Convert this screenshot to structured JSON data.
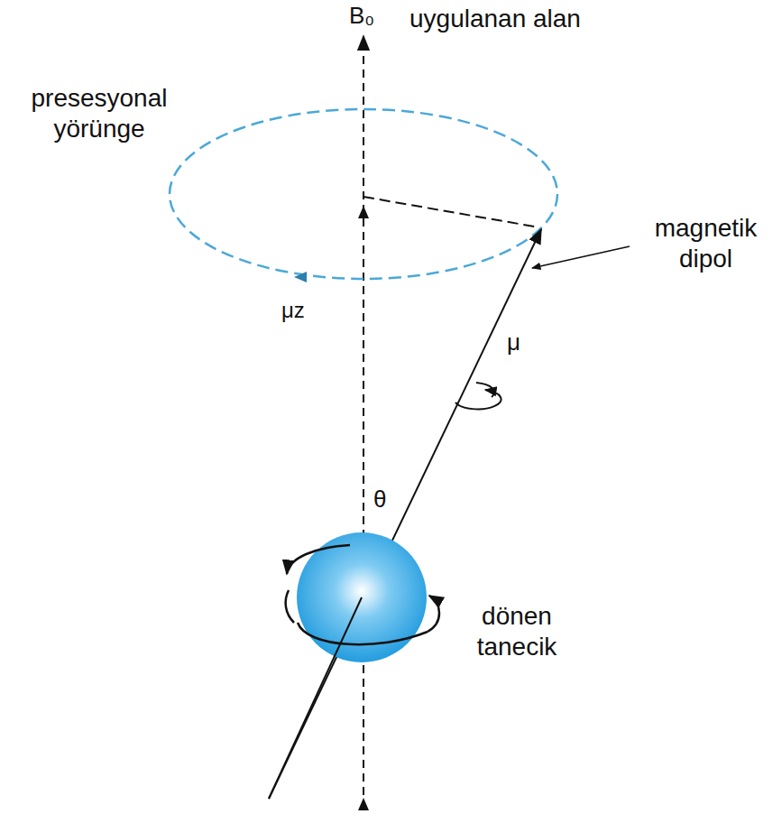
{
  "diagram": {
    "labels": [
      "B₀",
      "uygulanan alan",
      "presesyonal yörünge",
      "magnetik dipol",
      "μz",
      "μ",
      "θ",
      "dönen tanecik"
    ]
  }
}
